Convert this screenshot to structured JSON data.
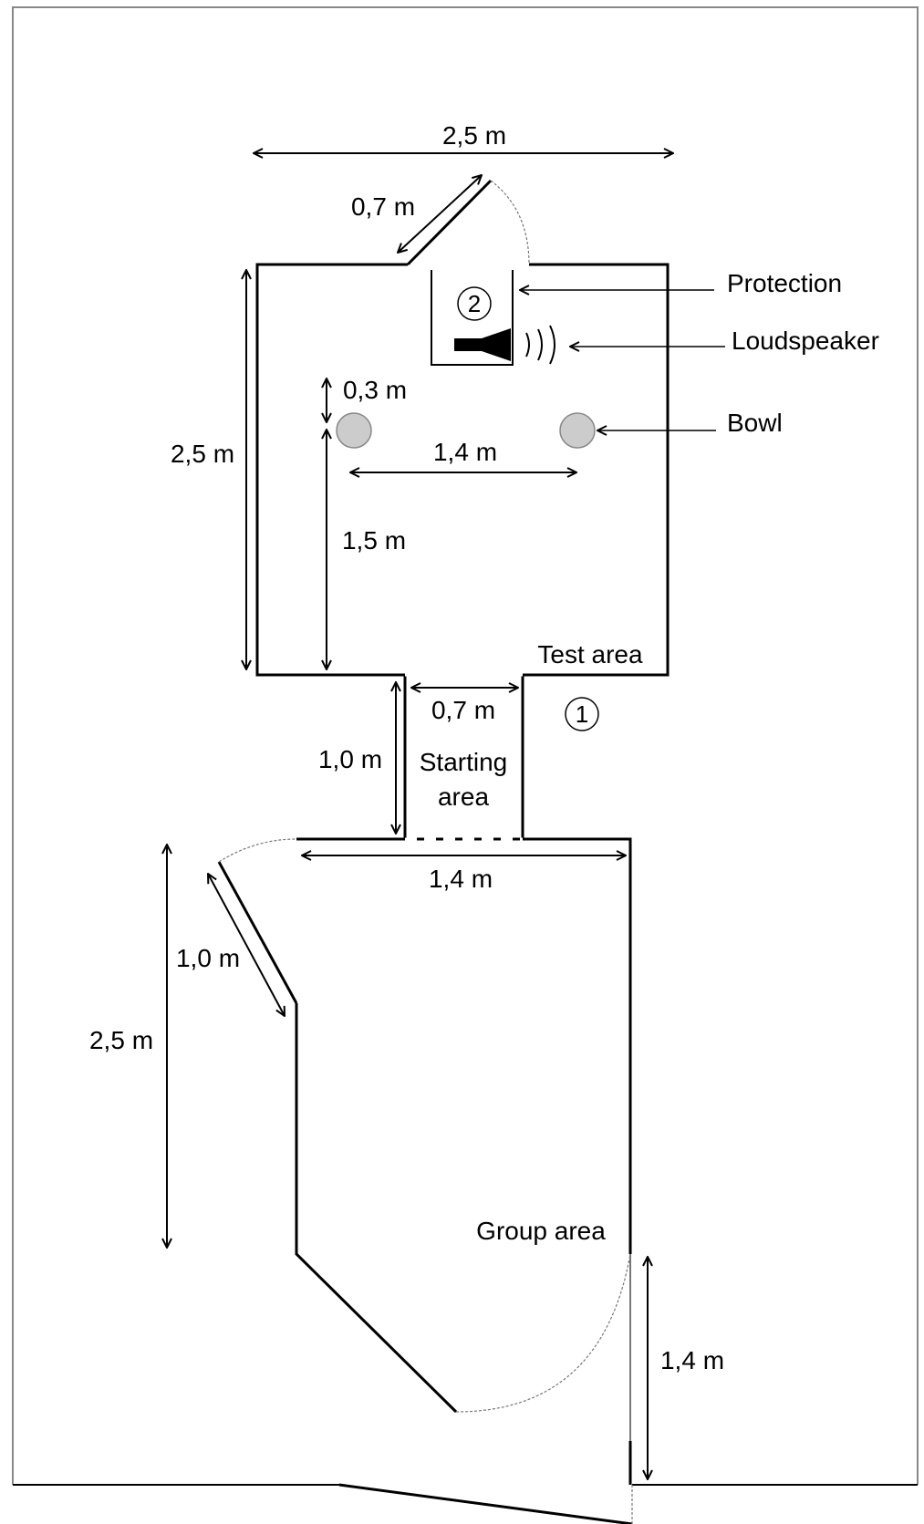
{
  "dimensions": {
    "top_width": "2,5 m",
    "door_width": "0,7 m",
    "test_height": "2,5 m",
    "bowl_offset": "0,3 m",
    "bowl_spacing": "1,4 m",
    "bowl_distance": "1,5 m",
    "start_width": "0,7 m",
    "start_height": "1,0 m",
    "group_top_width": "1,4 m",
    "group_door": "1,0 m",
    "group_height": "2,5 m",
    "group_exit": "1,4 m"
  },
  "labels": {
    "protection": "Protection",
    "loudspeaker": "Loudspeaker",
    "bowl": "Bowl",
    "test_area": "Test area",
    "starting_area_line1": "Starting",
    "starting_area_line2": "area",
    "group_area": "Group area"
  },
  "markers": {
    "one": "1",
    "two": "2"
  },
  "colors": {
    "bowl_fill": "#cccccc",
    "line": "#000000"
  }
}
